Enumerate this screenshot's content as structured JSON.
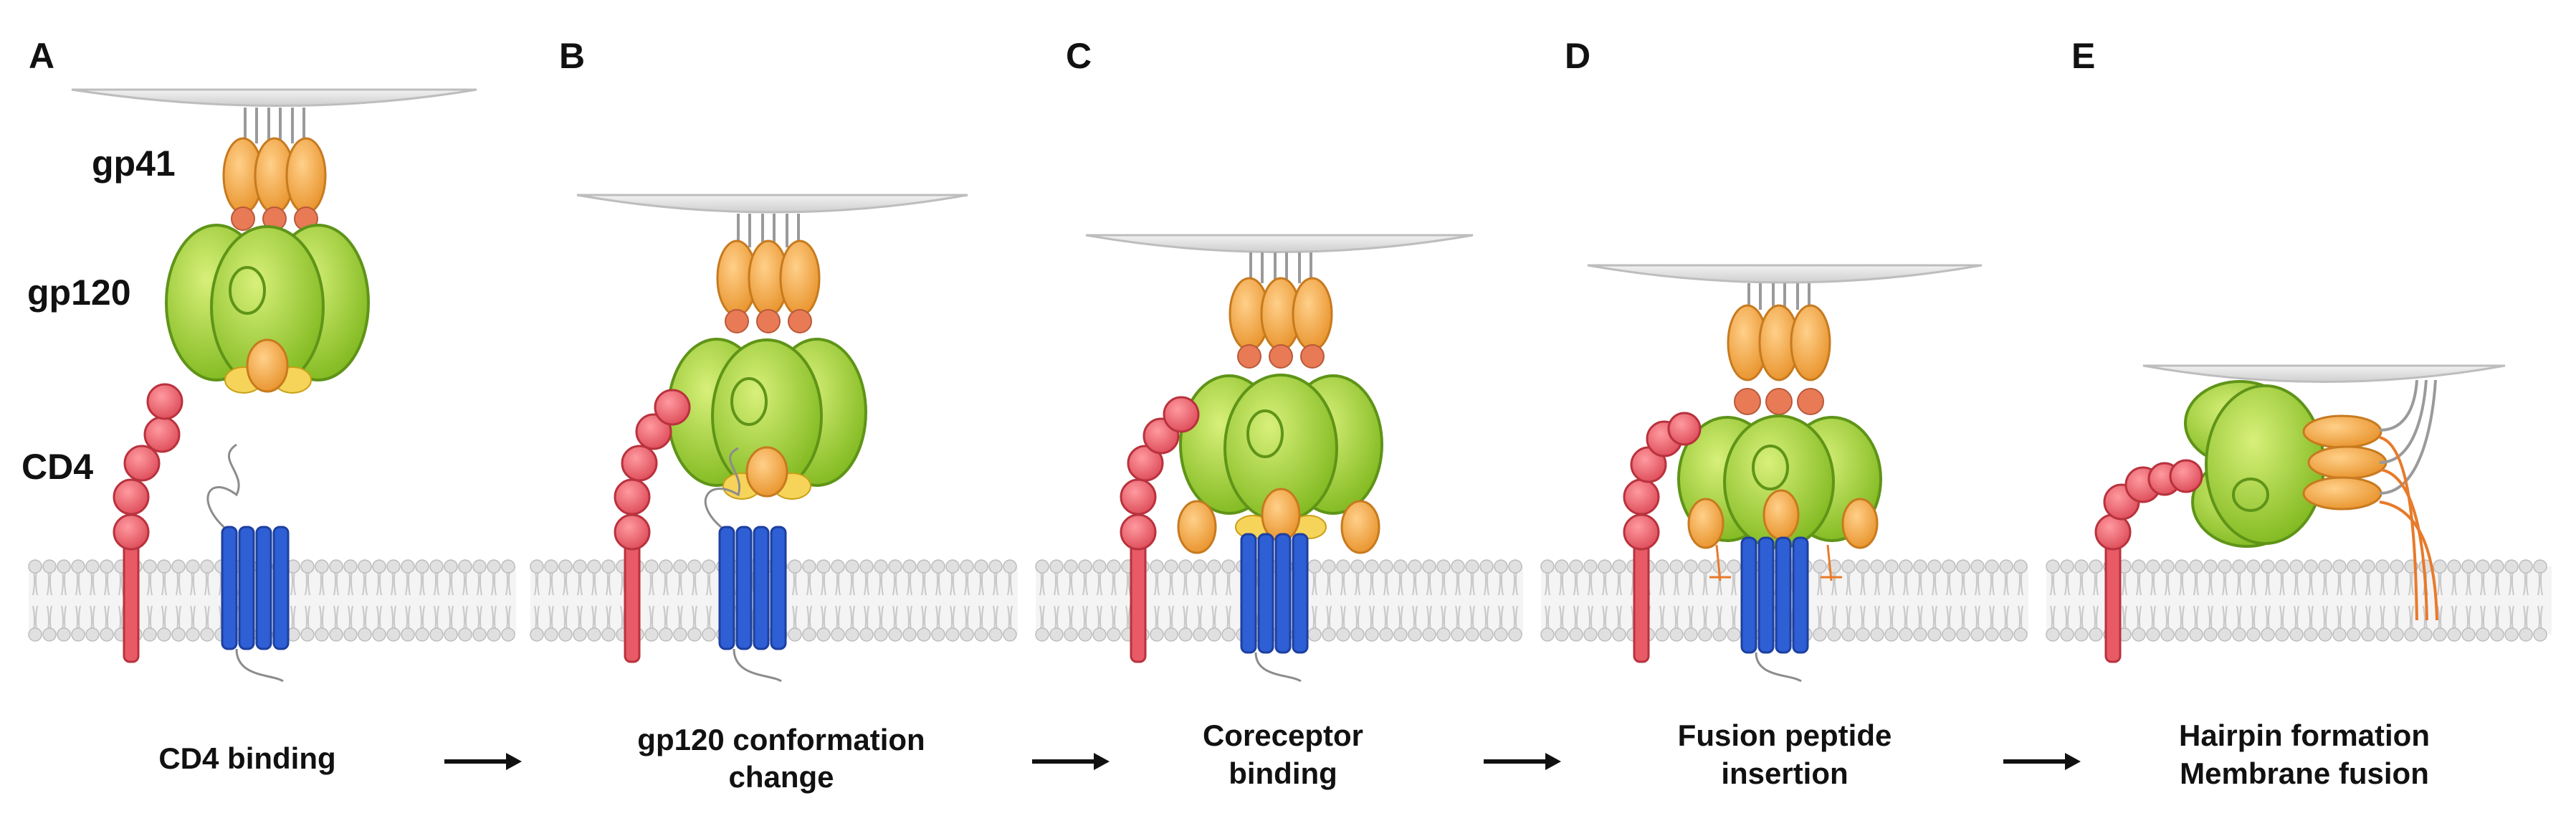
{
  "colors": {
    "gp41": "#f0a040",
    "gp41_edge": "#c77a1f",
    "gp120": "#9ccc2c",
    "gp120_edge": "#5f9418",
    "cd4": "#e85a66",
    "cd4_edge": "#b8323d",
    "coreceptor": "#2e5fd4",
    "coreceptor_edge": "#1d3fa0",
    "viral_membrane": "#e3e3e3",
    "lipid": "#d6d6d6",
    "arrow": "#111111",
    "fusion_peptide": "#e87a2a"
  },
  "labels": {
    "gp41": "gp41",
    "gp120": "gp120",
    "cd4": "CD4"
  },
  "panels": [
    {
      "letter": "A",
      "caption_lines": [
        "CD4 binding"
      ]
    },
    {
      "letter": "B",
      "caption_lines": [
        "gp120 conformation",
        "change"
      ]
    },
    {
      "letter": "C",
      "caption_lines": [
        "Coreceptor",
        "binding"
      ]
    },
    {
      "letter": "D",
      "caption_lines": [
        "Fusion peptide",
        "insertion"
      ]
    },
    {
      "letter": "E",
      "caption_lines": [
        "Hairpin formation",
        "Membrane fusion"
      ]
    }
  ]
}
